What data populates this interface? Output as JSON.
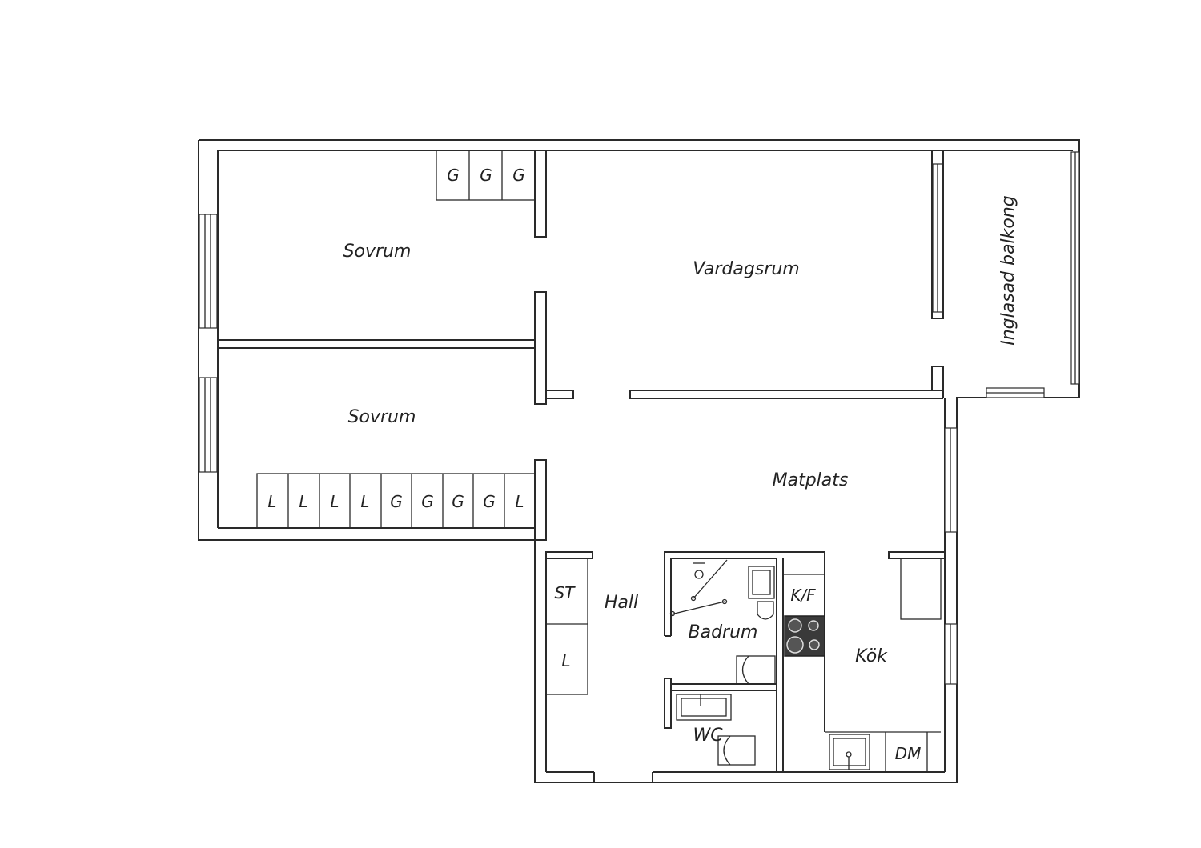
{
  "rooms": {
    "sovrum_1": "Sovrum",
    "sovrum_2": "Sovrum",
    "vardagsrum": "Vardagsrum",
    "balkong": "Inglasad balkong",
    "matplats": "Matplats",
    "hall": "Hall",
    "badrum": "Badrum",
    "kok": "Kök",
    "wc": "WC"
  },
  "cabinets": {
    "top": [
      "G",
      "G",
      "G"
    ],
    "bottom": [
      "L",
      "L",
      "L",
      "L",
      "G",
      "G",
      "G",
      "G",
      "L"
    ],
    "hall_st": "ST",
    "hall_l": "L",
    "kf": "K/F",
    "dm": "DM"
  }
}
